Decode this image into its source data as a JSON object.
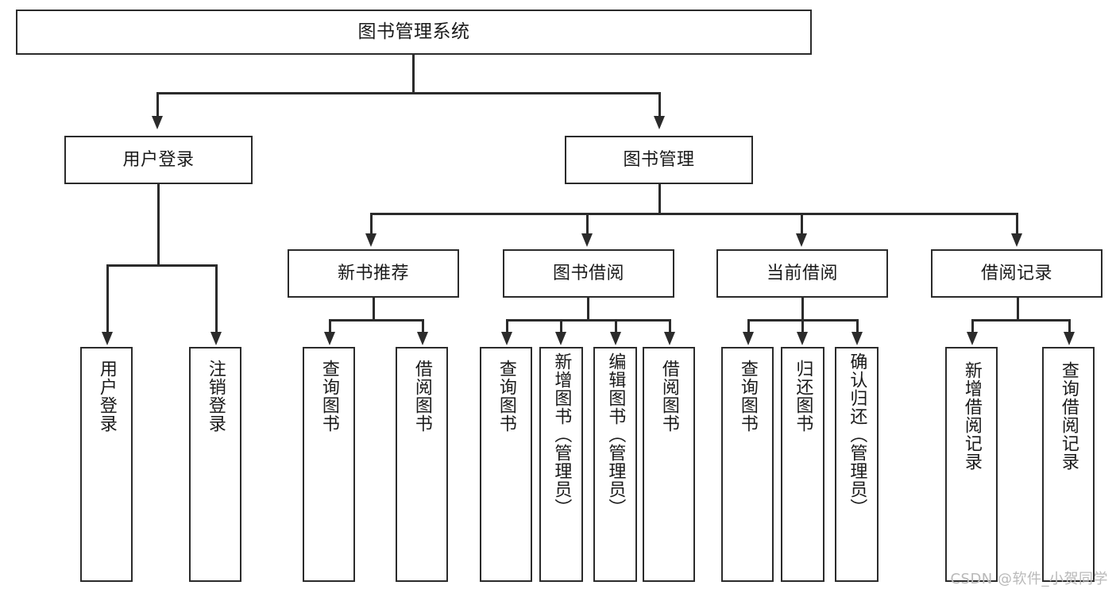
{
  "diagram": {
    "title": "图书管理系统",
    "type": "hierarchy-tree",
    "watermark": "CSDN @软件_小贺同学",
    "colors": {
      "stroke": "#2b2b2b",
      "fill": "#ffffff",
      "text": "#1a1a1a",
      "watermark": "#b9b9b9"
    },
    "root": {
      "label": "图书管理系统"
    },
    "level2": [
      {
        "label": "用户登录"
      },
      {
        "label": "图书管理"
      }
    ],
    "level3": [
      {
        "label": "新书推荐"
      },
      {
        "label": "图书借阅"
      },
      {
        "label": "当前借阅"
      },
      {
        "label": "借阅记录"
      }
    ],
    "leaves": {
      "user_login": [
        {
          "label": "用户登录"
        },
        {
          "label": "注销登录"
        }
      ],
      "new_book": [
        {
          "label": "查询图书"
        },
        {
          "label": "借阅图书"
        }
      ],
      "book_borrow": [
        {
          "label": "查询图书"
        },
        {
          "label": "新增图书（管理员）"
        },
        {
          "label": "编辑图书（管理员）"
        },
        {
          "label": "借阅图书"
        }
      ],
      "current_borrow": [
        {
          "label": "查询图书"
        },
        {
          "label": "归还图书"
        },
        {
          "label": "确认归还（管理员）"
        }
      ],
      "borrow_record": [
        {
          "label": "新增借阅记录"
        },
        {
          "label": "查询借阅记录"
        }
      ]
    }
  }
}
